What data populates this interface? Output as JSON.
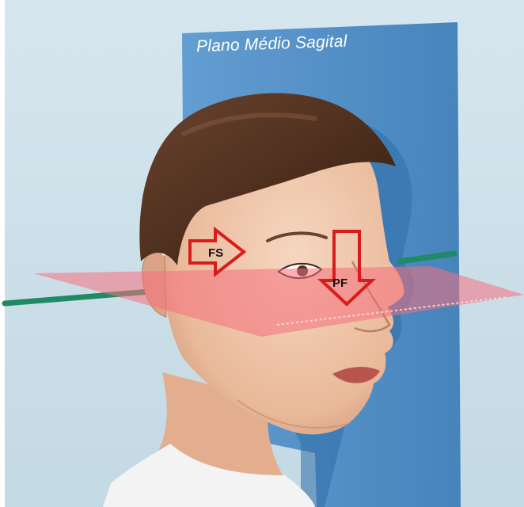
{
  "planes": {
    "sagittal_label": "Plano Médio Sagital"
  },
  "arrows": {
    "fs_label": "FS",
    "pf_label": "PF"
  },
  "colors": {
    "background": "#c9dde8",
    "sagittal_plane": "#4f8fc6",
    "frankfort_plane": "#f27d86",
    "axis_rod": "#1f8a63",
    "arrow_outline": "#d81c1c",
    "hair": "#4e2f1e",
    "skin": "#efc6aa"
  }
}
